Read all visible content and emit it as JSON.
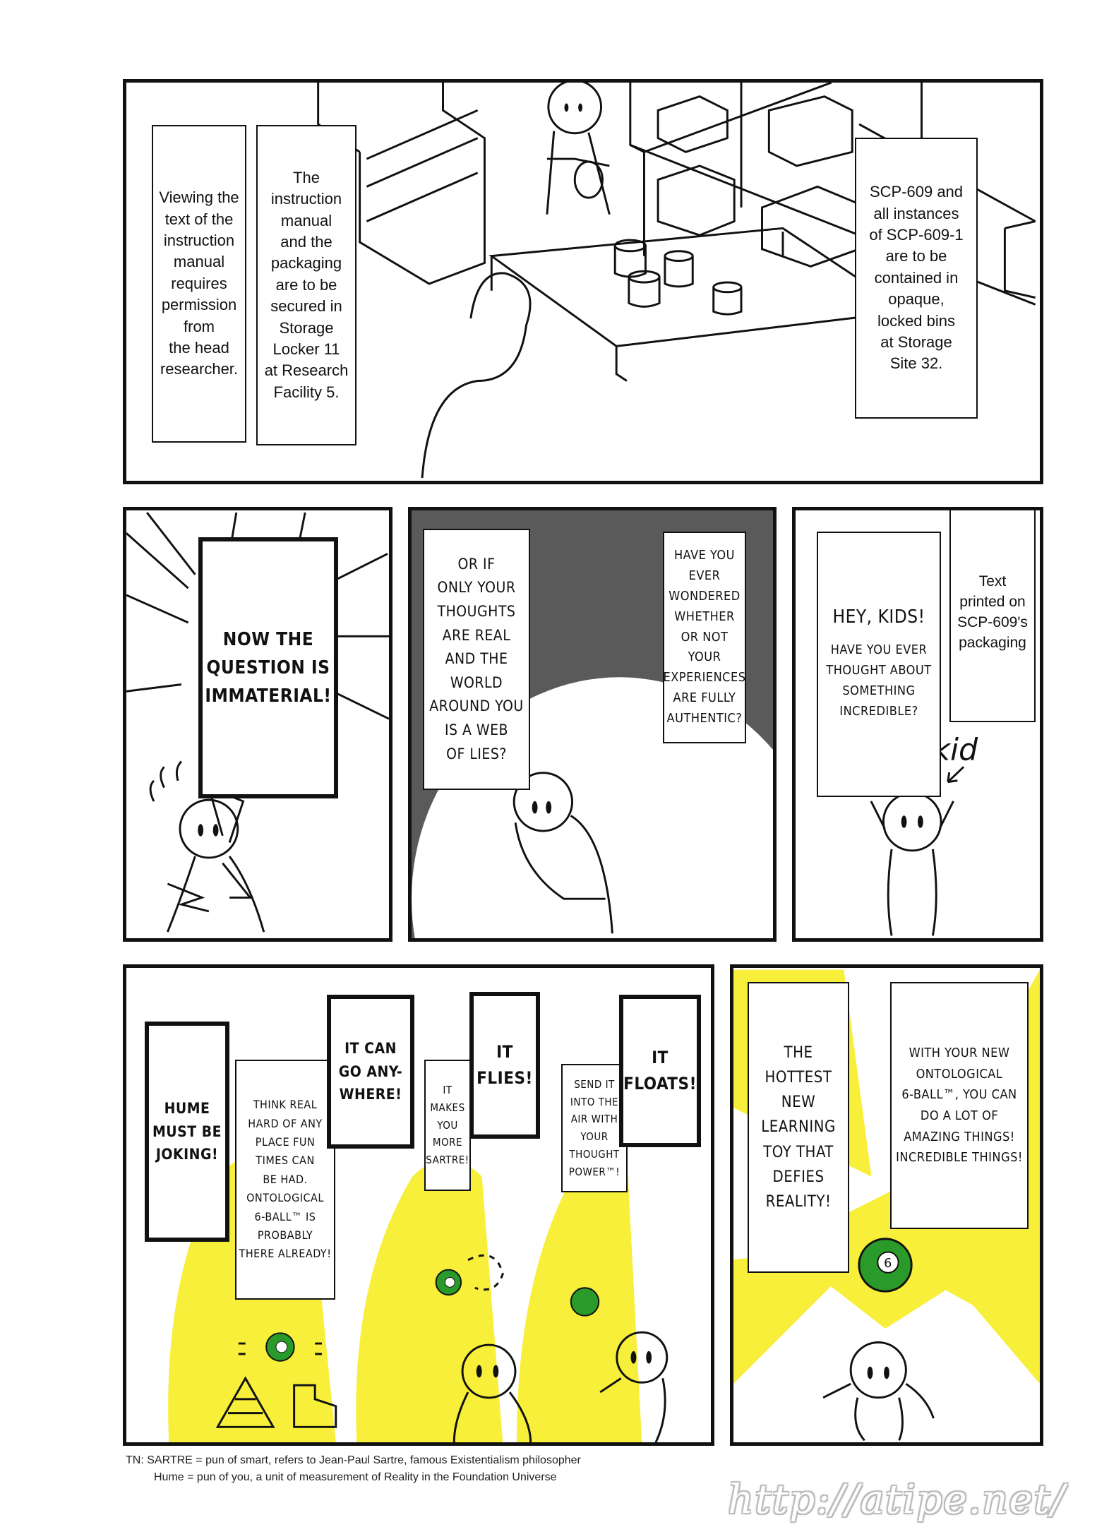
{
  "panels": {
    "p1": {
      "caption_a": "Viewing the\ntext of the\ninstruction\nmanual\nrequires\npermission\nfrom\nthe head\nresearcher.",
      "caption_b": "The\ninstruction\nmanual\nand the\npackaging\nare to be\nsecured in\nStorage\nLocker 11\nat Research\nFacility 5.",
      "caption_c": "SCP-609 and\nall instances\nof SCP-609-1\nare to be\ncontained in\nopaque,\nlocked bins\nat Storage\nSite 32."
    },
    "p2": {
      "caption": "NOW THE\nQUESTION IS\nIMMATERIAL!"
    },
    "p3": {
      "caption_a": "OR IF\nONLY YOUR\nTHOUGHTS\nARE REAL\nAND THE\nWORLD\nAROUND YOU\nIS A WEB\nOF LIES?",
      "caption_b": "HAVE YOU\nEVER\nWONDERED\nWHETHER\nOR NOT\nYOUR\nEXPERIENCES\nARE FULLY\nAUTHENTIC?"
    },
    "p4": {
      "caption_title": "HEY, KIDS!",
      "caption_body": "HAVE YOU EVER\nTHOUGHT ABOUT\nSOMETHING\nINCREDIBLE?",
      "caption_note": "Text\nprinted on\nSCP-609's\npackaging",
      "sfx": "kid"
    },
    "p5": {
      "hume": "HUME\nMUST BE\nJOKING!",
      "think": "THINK REAL\nHARD OF ANY\nPLACE FUN\nTIMES CAN\nBE HAD.\nONTOLOGICAL\n6-BALL™ IS\nPROBABLY\nTHERE ALREADY!",
      "go": "IT CAN\nGO ANY-\nWHERE!",
      "makes": "IT\nMAKES\nYOU\nMORE\nSARTRE!",
      "flies": "IT\nFLIES!",
      "send": "SEND IT\nINTO THE\nAIR WITH\nYOUR\nTHOUGHT\nPOWER™!",
      "floats": "IT\nFLOATS!"
    },
    "p6": {
      "caption_a": "THE\nHOTTEST\nNEW\nLEARNING\nTOY THAT\nDEFIES\nREALITY!",
      "caption_b": "WITH YOUR NEW\nONTOLOGICAL\n6-BALL™, YOU CAN\nDO A LOT OF\nAMAZING THINGS!\nINCREDIBLE THINGS!"
    }
  },
  "ball_number": "6",
  "footer": {
    "tn_line1": "TN: SARTRE = pun of smart, refers to Jean-Paul Sartre, famous Existentialism philosopher",
    "tn_line2": "Hume = pun of you, a unit of measurement of Reality in the Foundation Universe",
    "watermark": "http://atipe.net/"
  },
  "colors": {
    "ink": "#111111",
    "yellow": "#f7ef3a",
    "dark_bg": "#5a5a5a",
    "ball_green": "#2a9a2a"
  }
}
